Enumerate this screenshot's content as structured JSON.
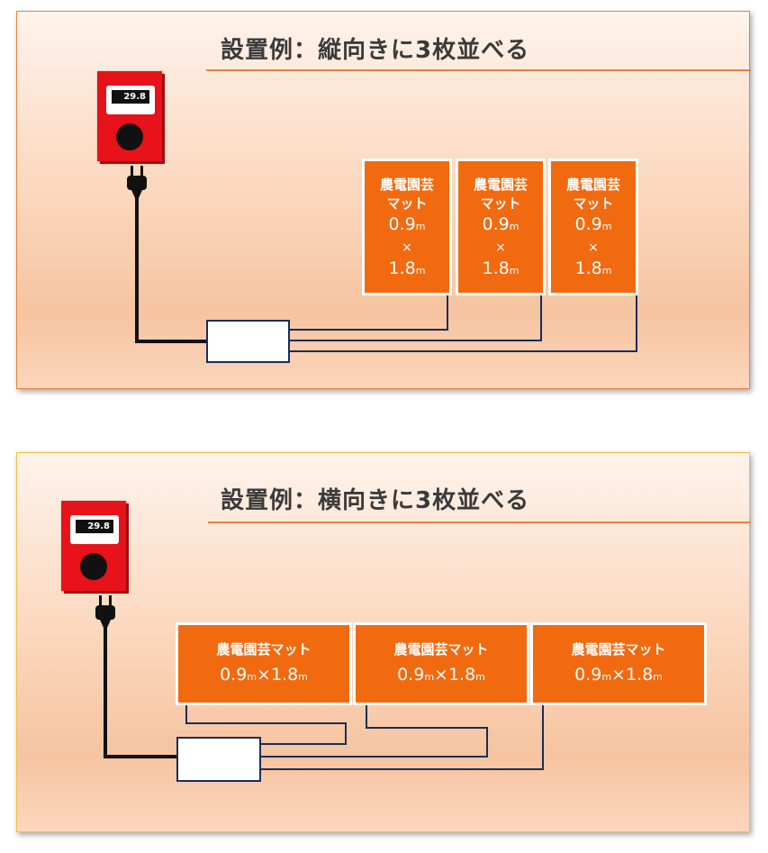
{
  "panels": [
    {
      "title": "設置例：縦向きに3枚並べる",
      "meter_reading": "29.8",
      "mats": [
        {
          "name": "農電園芸マット",
          "width": "0.9",
          "times": "×",
          "length": "1.8",
          "unit": "m"
        },
        {
          "name": "農電園芸マット",
          "width": "0.9",
          "times": "×",
          "length": "1.8",
          "unit": "m"
        },
        {
          "name": "農電園芸マット",
          "width": "0.9",
          "times": "×",
          "length": "1.8",
          "unit": "m"
        }
      ]
    },
    {
      "title": "設置例：横向きに3枚並べる",
      "meter_reading": "29.8",
      "mats": [
        {
          "name": "農電園芸マット",
          "width": "0.9",
          "times": "×",
          "length": "1.8",
          "unit": "m"
        },
        {
          "name": "農電園芸マット",
          "width": "0.9",
          "times": "×",
          "length": "1.8",
          "unit": "m"
        },
        {
          "name": "農電園芸マット",
          "width": "0.9",
          "times": "×",
          "length": "1.8",
          "unit": "m"
        }
      ]
    }
  ],
  "colors": {
    "mat_fill": "#f26a0f",
    "meter_body": "#e8121a",
    "wire": "#1a2d5a",
    "accent_rule": "#e8833a"
  }
}
